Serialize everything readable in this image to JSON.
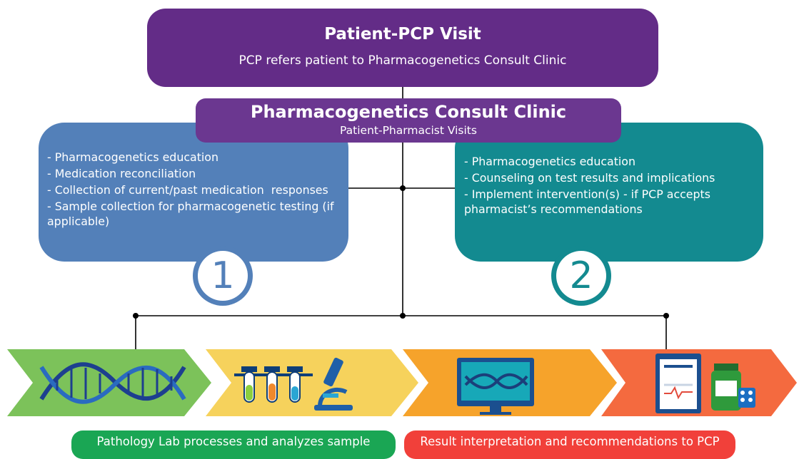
{
  "top_box": {
    "title": "Patient-PCP Visit",
    "subtitle": "PCP refers patient to Pharmacogenetics Consult Clinic"
  },
  "clinic": {
    "title": "Pharmacogenetics Consult Clinic",
    "subtitle": "Patient-Pharmacist Visits"
  },
  "visit1": {
    "number": "1",
    "items": [
      "- Pharmacogenetics education",
      "- Medication reconciliation",
      "- Collection of current/past medication  responses",
      "- Sample collection for pharmacogenetic testing (if applicable)"
    ]
  },
  "visit2": {
    "number": "2",
    "items": [
      "- Pharmacogenetics education",
      "- Counseling on test results and implications",
      "- Implement intervention(s) - if PCP accepts pharmacist’s recommendations"
    ]
  },
  "steps": [
    {
      "icon": "dna-icon",
      "color": "#7cc25a"
    },
    {
      "icon": "lab-icon",
      "color": "#f6d25c"
    },
    {
      "icon": "computer-dna-icon",
      "color": "#f6a32b"
    },
    {
      "icon": "report-medication-icon",
      "color": "#f46a3f"
    }
  ],
  "labels": {
    "lab": "Pathology Lab processes and analyzes sample",
    "interpretation": "Result interpretation and recommendations to PCP"
  }
}
